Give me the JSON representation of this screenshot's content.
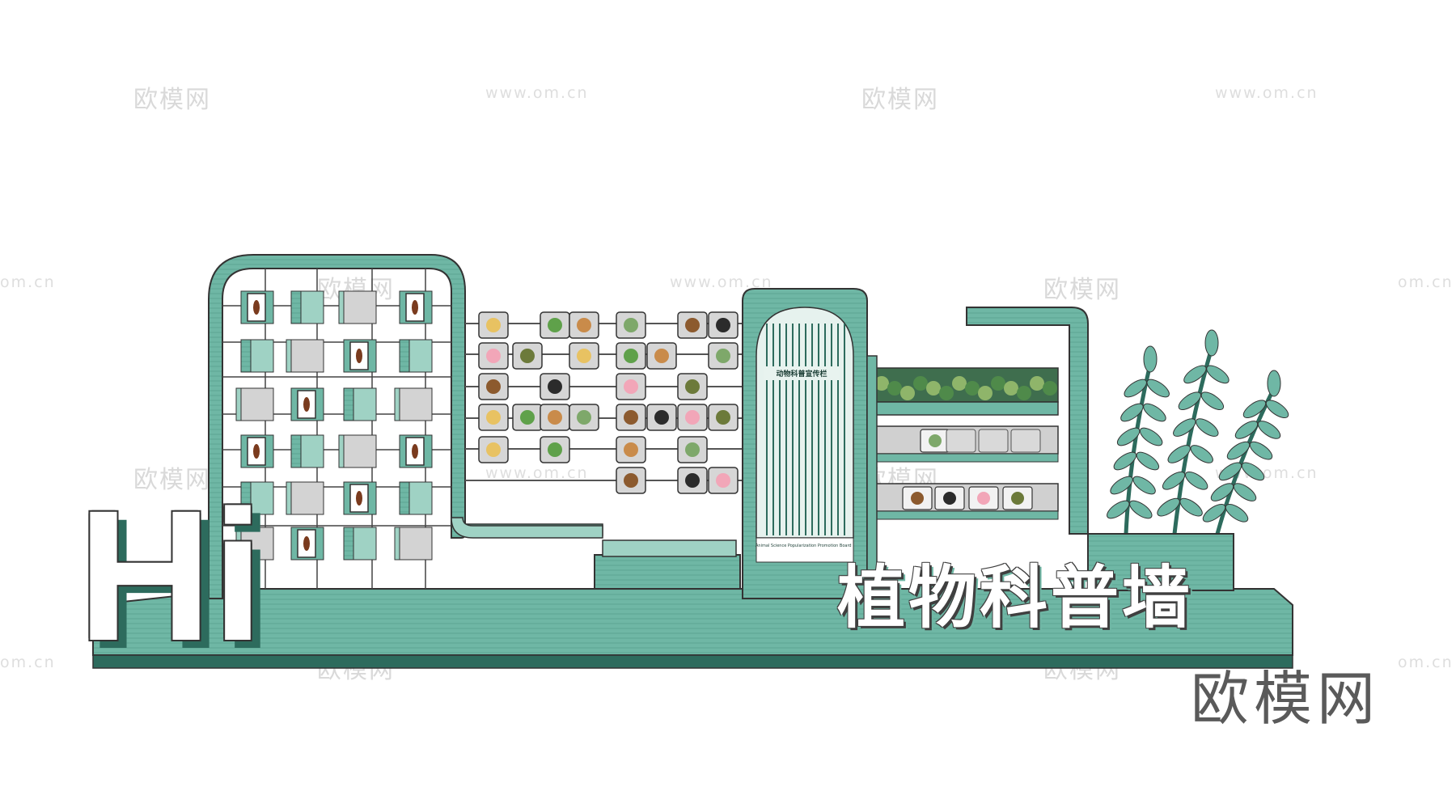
{
  "watermarks": {
    "site_cn": "欧模网",
    "site_url": "www.om.cn",
    "site_url_clipped": "om.cn",
    "brand_corner": "欧模网"
  },
  "signage": {
    "hi_letters": "Hi",
    "main_title": "植物科普墙",
    "panel_title_cn": "动物科普宣传栏",
    "panel_title_en": "Animal Science Popularization Promotion Board"
  },
  "colors": {
    "teal": "#6fb7a5",
    "teal_dark": "#2d6b5d",
    "teal_light": "#9fd2c4",
    "outline": "#333333",
    "panel_grey": "#cfcfcf"
  },
  "icons": {
    "insect_frames": "framed-insect-specimen-icon",
    "animal_tiles": "animal-picture-tile-icon",
    "leaves": "wheat-leaf-sculpture-icon",
    "planter": "plant-planter-box-icon"
  }
}
